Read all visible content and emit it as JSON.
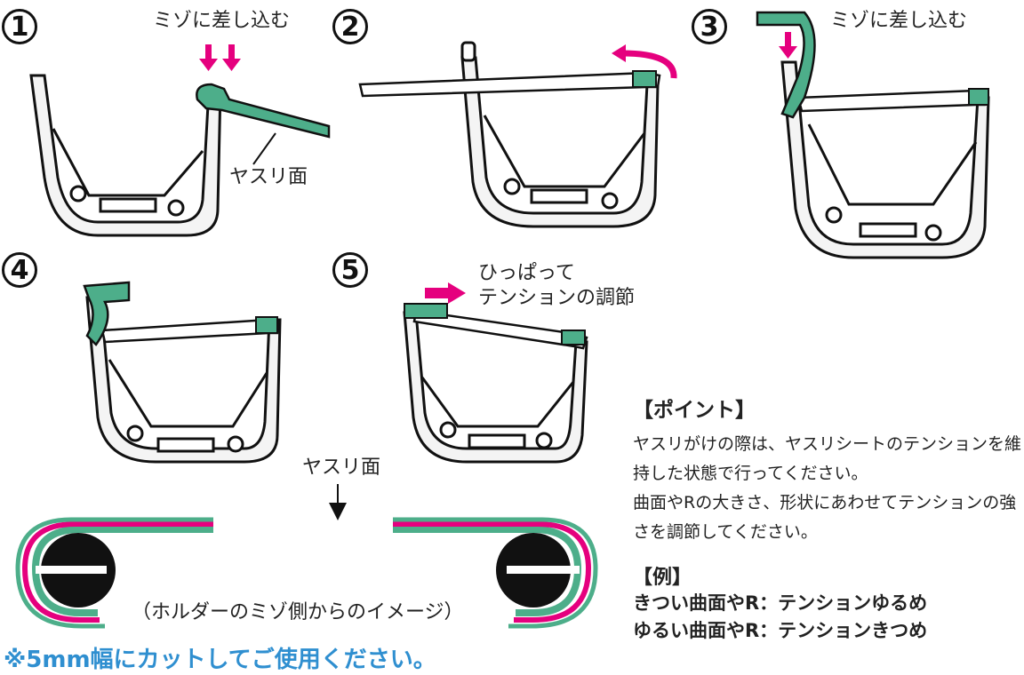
{
  "steps": [
    {
      "number": "1",
      "label": "ミゾに差し込む",
      "sub_label": "ヤスリ面"
    },
    {
      "number": "2"
    },
    {
      "number": "3",
      "label": "ミゾに差し込む"
    },
    {
      "number": "4"
    },
    {
      "number": "5",
      "label_line1": "ひっぱって",
      "label_line2": "テンションの調節"
    }
  ],
  "cross_section": {
    "label_top": "ヤスリ面",
    "caption": "（ホルダーのミゾ側からのイメージ）"
  },
  "point": {
    "title": "【ポイント】",
    "text_lines": [
      "ヤスリがけの際は、ヤスリシートのテンションを維",
      "持した状態で行ってください。",
      "曲面やRの大きさ、形状にあわせてテンションの強",
      "さを調節してください。"
    ]
  },
  "example": {
    "title": "【例】",
    "lines": [
      "きつい曲面やR：テンションゆるめ",
      "ゆるい曲面やR：テンションきつめ"
    ]
  },
  "footer_note": "※5mm幅にカットしてご使用ください。",
  "colors": {
    "strip_green": "#4dae8a",
    "arrow_pink": "#e5007e",
    "footer_blue": "#2f8fd0",
    "outline_black": "#111111",
    "holder_gray": "#f4f4f4"
  }
}
